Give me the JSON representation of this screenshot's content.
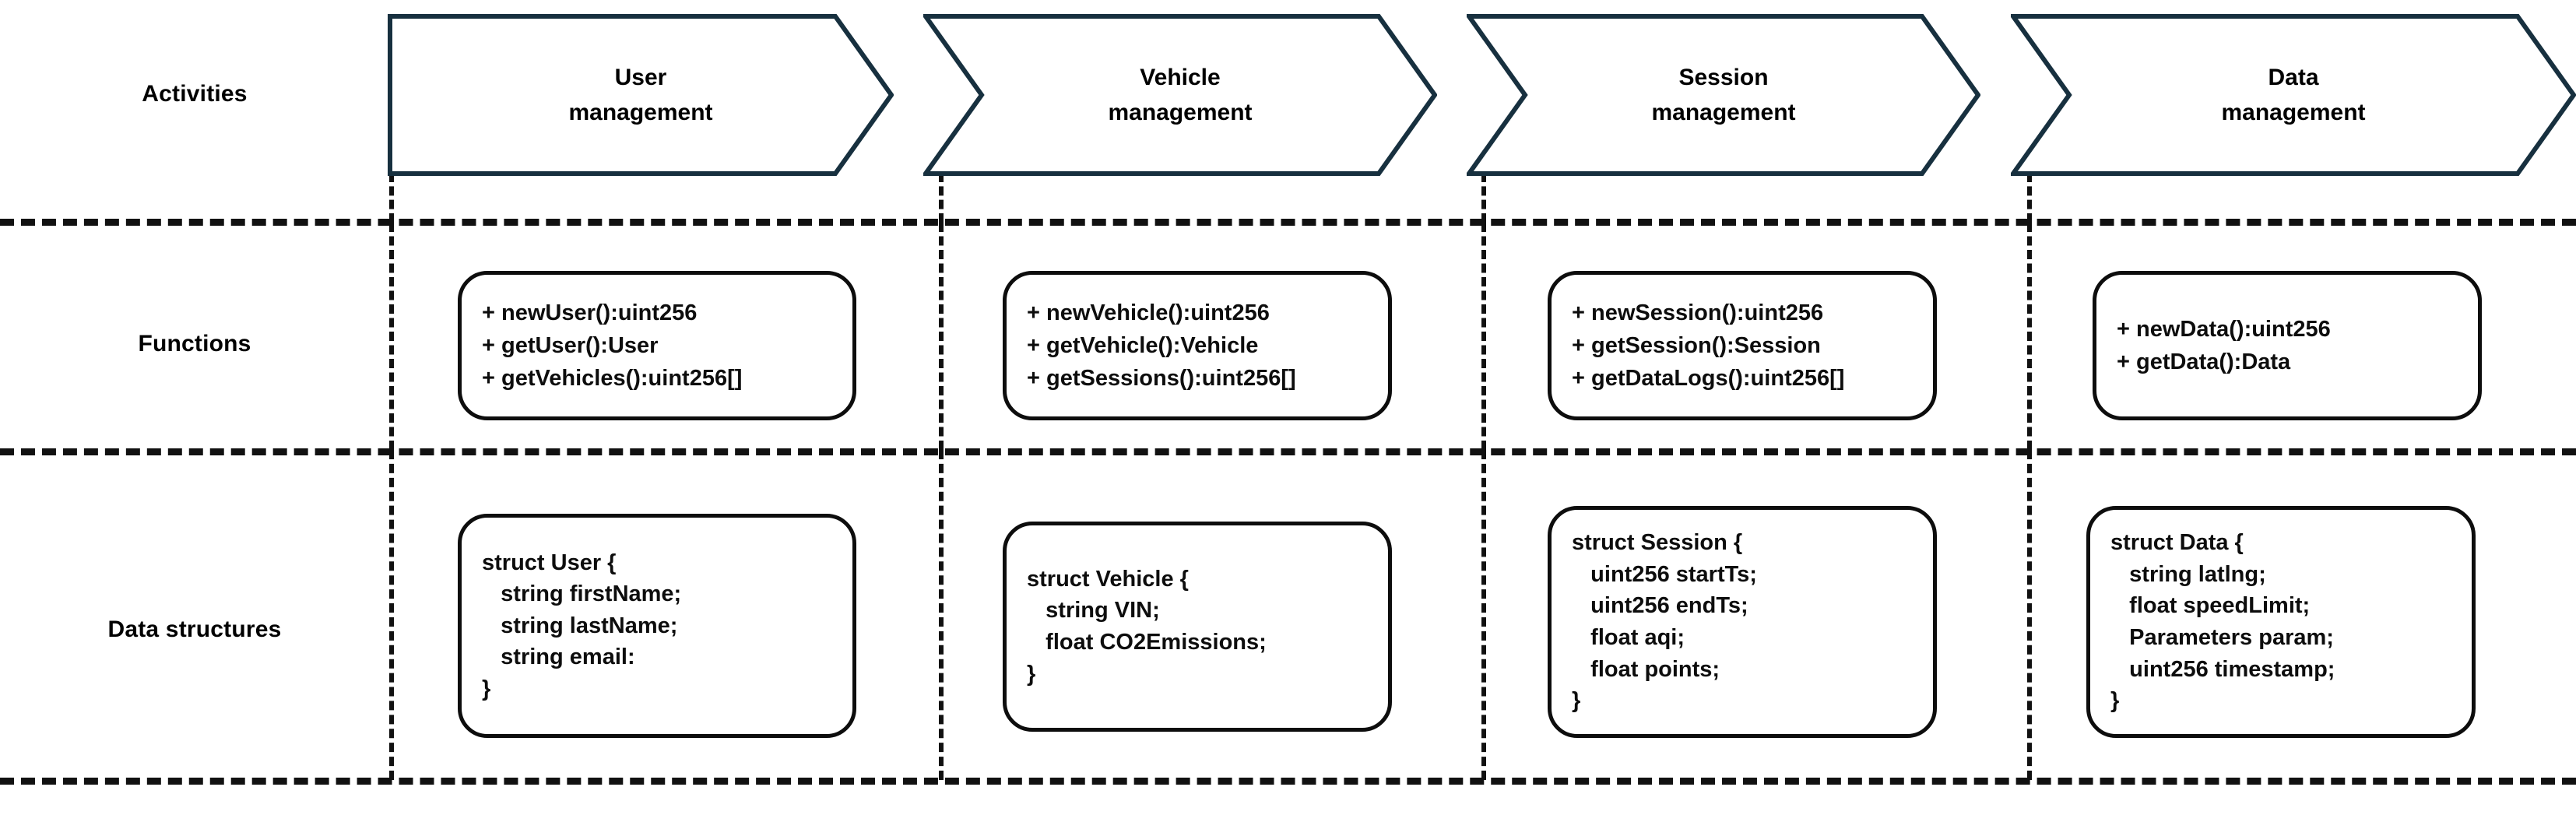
{
  "diagram": {
    "title": "Activities / Functions / Data structures matrix",
    "accent_color": "#17303f",
    "box_border_color": "#0d0d0d",
    "dash_color": "#111111",
    "text_color": "#000000"
  },
  "rows": [
    {
      "key": "activities",
      "label": "Activities"
    },
    {
      "key": "functions",
      "label": "Functions"
    },
    {
      "key": "data_structures",
      "label": "Data structures"
    }
  ],
  "columns": [
    {
      "key": "user",
      "activity": {
        "line1": "User",
        "line2": "management"
      },
      "functions": [
        "+ newUser():uint256",
        "+ getUser():User",
        "+ getVehicles():uint256[]"
      ],
      "data_structure": [
        "struct User {",
        "   string firstName;",
        "   string lastName;",
        "   string email:",
        "}"
      ]
    },
    {
      "key": "vehicle",
      "activity": {
        "line1": "Vehicle",
        "line2": "management"
      },
      "functions": [
        "+ newVehicle():uint256",
        "+ getVehicle():Vehicle",
        "+ getSessions():uint256[]"
      ],
      "data_structure": [
        "struct Vehicle {",
        "   string VIN;",
        "   float CO2Emissions;",
        "}"
      ]
    },
    {
      "key": "session",
      "activity": {
        "line1": "Session",
        "line2": "management"
      },
      "functions": [
        "+ newSession():uint256",
        "+ getSession():Session",
        "+ getDataLogs():uint256[]"
      ],
      "data_structure": [
        "struct Session {",
        "   uint256 startTs;",
        "   uint256 endTs;",
        "   float aqi;",
        "   float points;",
        "}"
      ]
    },
    {
      "key": "data",
      "activity": {
        "line1": "Data",
        "line2": "management"
      },
      "functions": [
        "+ newData():uint256",
        "+ getData():Data"
      ],
      "data_structure": [
        "struct Data {",
        "   string latlng;",
        "   float speedLimit;",
        "   Parameters param;",
        "   uint256 timestamp;",
        "}"
      ]
    }
  ]
}
